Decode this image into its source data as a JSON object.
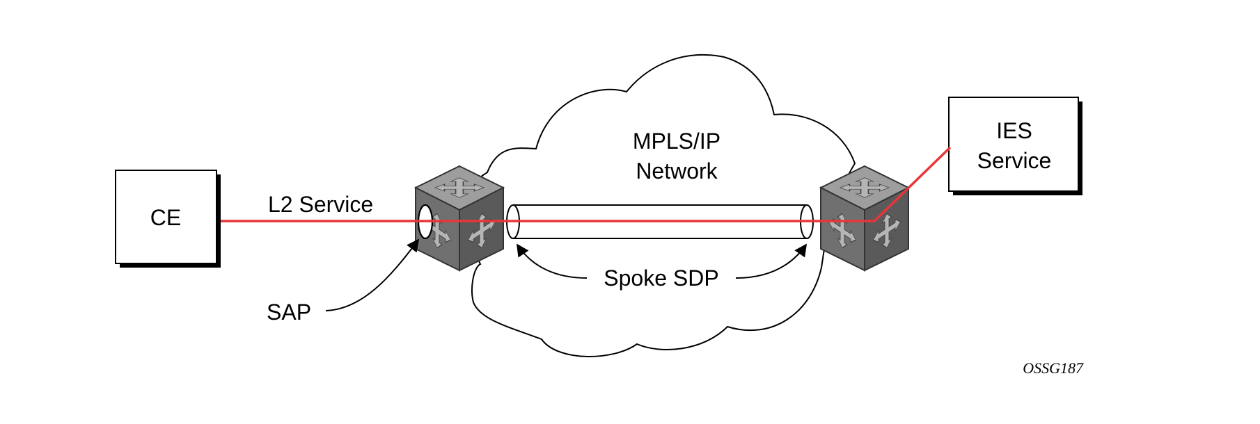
{
  "diagram": {
    "ce_label": "CE",
    "l2_service_label": "L2 Service",
    "sap_label": "SAP",
    "cloud_label_line1": "MPLS/IP",
    "cloud_label_line2": "Network",
    "spoke_sdp_label": "Spoke SDP",
    "ies_label_line1": "IES",
    "ies_label_line2": "Service",
    "figure_id": "OSSG187"
  },
  "colors": {
    "service_path": "#e8353a",
    "router_top": "#9e9e9e",
    "router_left": "#707070",
    "router_right": "#5a5a5a",
    "arrow_fill": "#b5b5b5"
  },
  "icons": [
    "router-icon",
    "router-icon"
  ]
}
